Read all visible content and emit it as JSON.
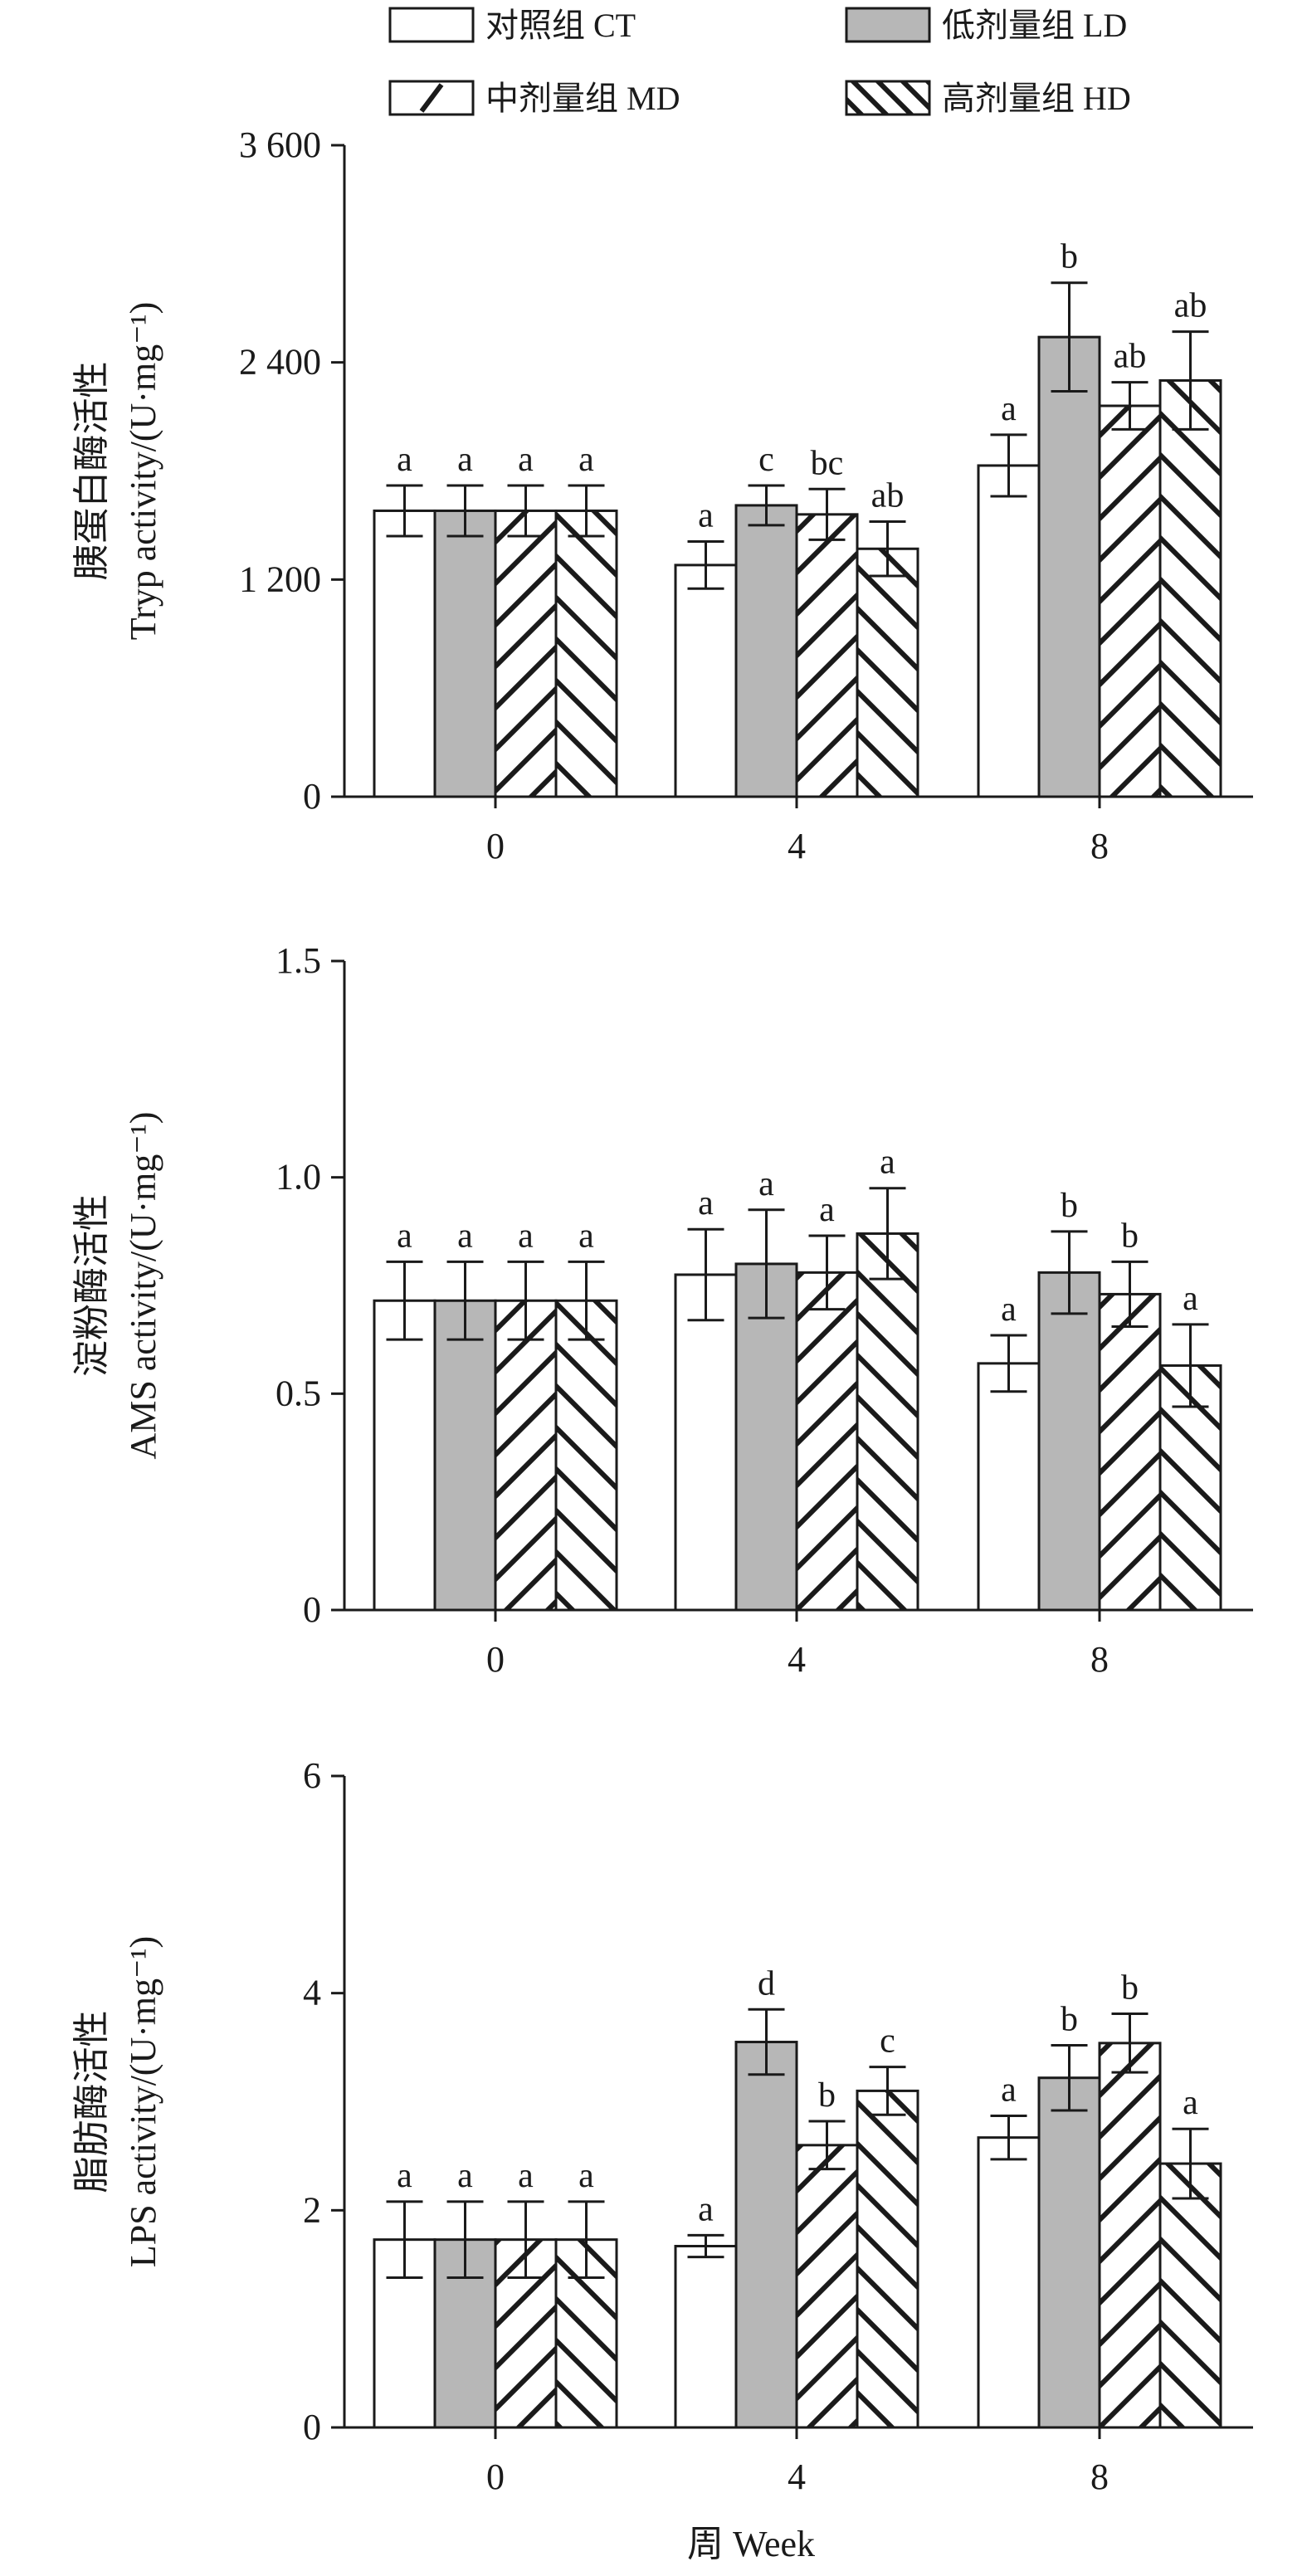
{
  "legend": [
    {
      "label": "对照组 CT",
      "pattern": "none"
    },
    {
      "label": "低剂量组 LD",
      "pattern": "gray"
    },
    {
      "label": "中剂量组 MD",
      "pattern": "slash"
    },
    {
      "label": "高剂量组 HD",
      "pattern": "backslash"
    }
  ],
  "colors": {
    "axis": "#1a1a1a",
    "ld_fill": "#b7b7b7",
    "ct_fill": "#ffffff"
  },
  "x_axis_title": "周 Week",
  "chart_data": [
    {
      "type": "bar",
      "ylabel_cn": "胰蛋白酶活性",
      "ylabel_en": "Tryp activity/(U·mg⁻¹)",
      "ylim": [
        0,
        3600
      ],
      "yticks": [
        0,
        1200,
        2400,
        3600
      ],
      "ytick_labels": [
        "0",
        "1 200",
        "2 400",
        "3 600"
      ],
      "categories": [
        "0",
        "4",
        "8"
      ],
      "series": [
        {
          "name": "对照组 CT",
          "values": [
            1580,
            1280,
            1830
          ],
          "errors": [
            140,
            130,
            170
          ],
          "letters": [
            "a",
            "a",
            "a"
          ]
        },
        {
          "name": "低剂量组 LD",
          "values": [
            1580,
            1610,
            2540
          ],
          "errors": [
            140,
            110,
            300
          ],
          "letters": [
            "a",
            "c",
            "b"
          ]
        },
        {
          "name": "中剂量组 MD",
          "values": [
            1580,
            1560,
            2160
          ],
          "errors": [
            140,
            140,
            130
          ],
          "letters": [
            "a",
            "bc",
            "ab"
          ]
        },
        {
          "name": "高剂量组 HD",
          "values": [
            1580,
            1370,
            2300
          ],
          "errors": [
            140,
            150,
            270
          ],
          "letters": [
            "a",
            "ab",
            "ab"
          ]
        }
      ]
    },
    {
      "type": "bar",
      "ylabel_cn": "淀粉酶活性",
      "ylabel_en": "AMS activity/(U·mg⁻¹)",
      "ylim": [
        0,
        1.5
      ],
      "yticks": [
        0,
        0.5,
        1.0,
        1.5
      ],
      "ytick_labels": [
        "0",
        "0.5",
        "1.0",
        "1.5"
      ],
      "categories": [
        "0",
        "4",
        "8"
      ],
      "series": [
        {
          "name": "对照组 CT",
          "values": [
            0.715,
            0.775,
            0.57
          ],
          "errors": [
            0.09,
            0.105,
            0.065
          ],
          "letters": [
            "a",
            "a",
            "a"
          ]
        },
        {
          "name": "低剂量组 LD",
          "values": [
            0.715,
            0.8,
            0.78
          ],
          "errors": [
            0.09,
            0.125,
            0.095
          ],
          "letters": [
            "a",
            "a",
            "b"
          ]
        },
        {
          "name": "中剂量组 MD",
          "values": [
            0.715,
            0.78,
            0.73
          ],
          "errors": [
            0.09,
            0.085,
            0.075
          ],
          "letters": [
            "a",
            "a",
            "b"
          ]
        },
        {
          "name": "高剂量组 HD",
          "values": [
            0.715,
            0.87,
            0.565
          ],
          "errors": [
            0.09,
            0.105,
            0.095
          ],
          "letters": [
            "a",
            "a",
            "a"
          ]
        }
      ]
    },
    {
      "type": "bar",
      "ylabel_cn": "脂肪酶活性",
      "ylabel_en": "LPS activity/(U·mg⁻¹)",
      "ylim": [
        0,
        6
      ],
      "yticks": [
        0,
        2,
        4,
        6
      ],
      "ytick_labels": [
        "0",
        "2",
        "4",
        "6"
      ],
      "categories": [
        "0",
        "4",
        "8"
      ],
      "series": [
        {
          "name": "对照组 CT",
          "values": [
            1.73,
            1.67,
            2.67
          ],
          "errors": [
            0.35,
            0.1,
            0.2
          ],
          "letters": [
            "a",
            "a",
            "a"
          ]
        },
        {
          "name": "低剂量组 LD",
          "values": [
            1.73,
            3.55,
            3.22
          ],
          "errors": [
            0.35,
            0.3,
            0.3
          ],
          "letters": [
            "a",
            "d",
            "b"
          ]
        },
        {
          "name": "中剂量组 MD",
          "values": [
            1.73,
            2.6,
            3.54
          ],
          "errors": [
            0.35,
            0.22,
            0.27
          ],
          "letters": [
            "a",
            "b",
            "b"
          ]
        },
        {
          "name": "高剂量组 HD",
          "values": [
            1.73,
            3.1,
            2.43
          ],
          "errors": [
            0.35,
            0.22,
            0.32
          ],
          "letters": [
            "a",
            "c",
            "a"
          ]
        }
      ]
    }
  ]
}
